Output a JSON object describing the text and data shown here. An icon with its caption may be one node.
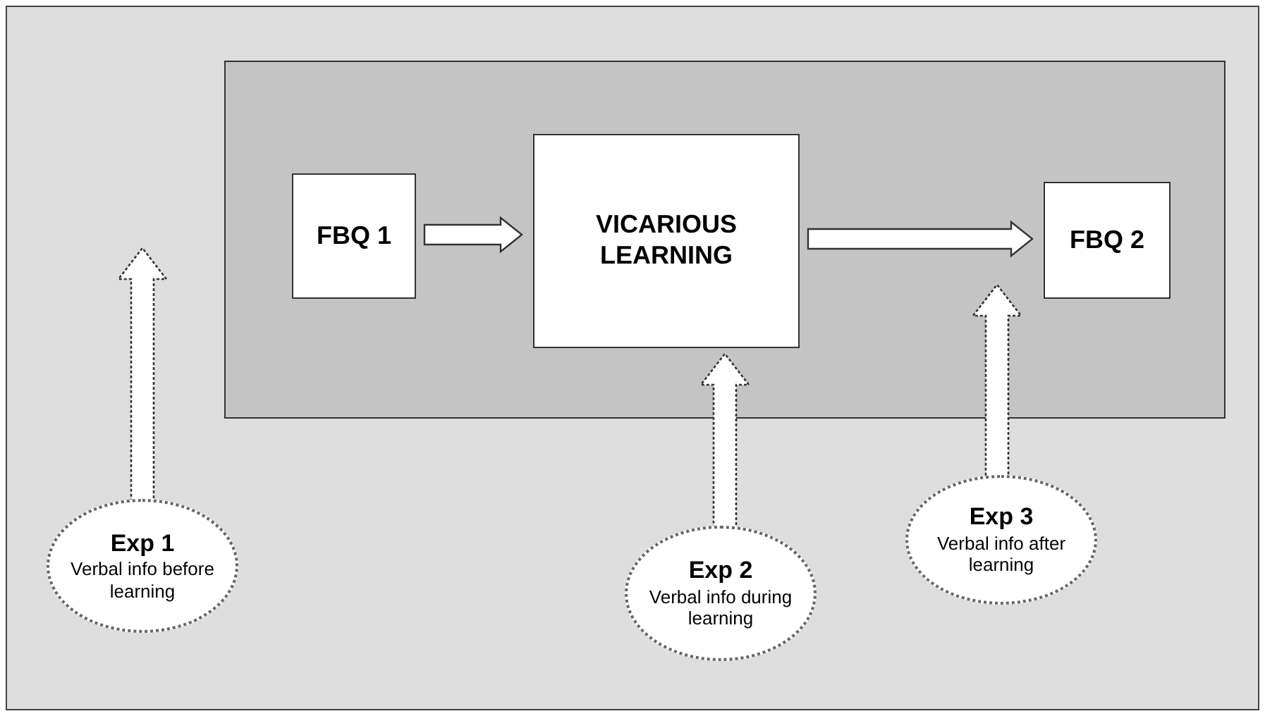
{
  "diagram": {
    "nodes": [
      {
        "text": [],
        "shape": "box"
      },
      {
        "text": [
          "FBQ 1"
        ],
        "in": 0
      },
      {
        "text": [
          "VICARIOUS LEARNING"
        ],
        "in": 0
      },
      {
        "text": [
          "FBQ 2"
        ],
        "in": 0
      },
      {
        "text": [
          "Exp 1",
          "Verbal info before learning"
        ]
      },
      {
        "text": [
          "Exp 2",
          "Verbal info during learning"
        ]
      },
      {
        "text": [
          "Exp 3",
          "Verbal info after learning"
        ]
      }
    ],
    "edges": [
      {
        "from": 1,
        "to": 2,
        "arrow": "to"
      },
      {
        "from": 2,
        "to": 3,
        "arrow": "to"
      },
      {
        "from": 4,
        "to": null,
        "arrow": "to",
        "style": "dashed"
      },
      {
        "from": 5,
        "to": 2,
        "arrow": "to",
        "style": "dashed"
      },
      {
        "from": 6,
        "to": null,
        "arrow": "to",
        "style": "dashed"
      }
    ]
  }
}
